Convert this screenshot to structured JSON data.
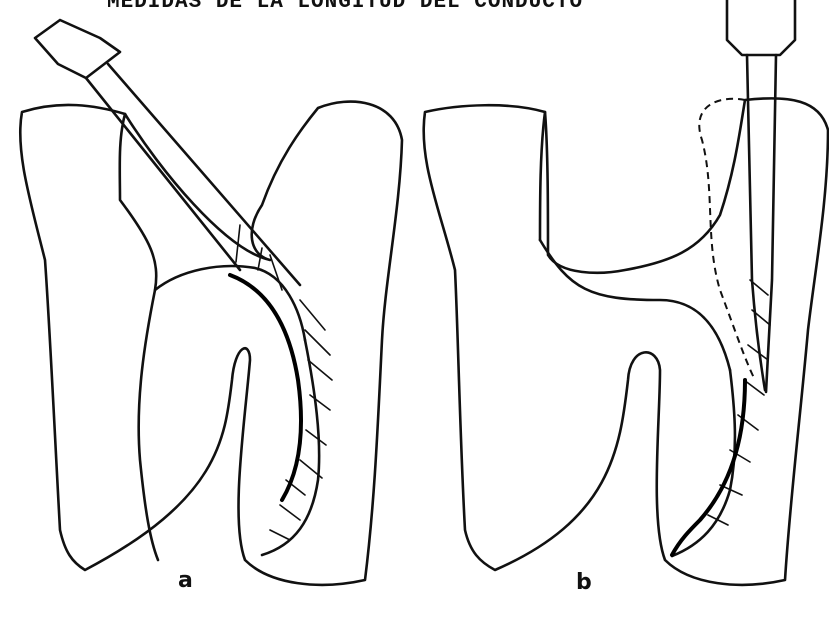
{
  "title": "MEDIDAS DE LA LONGITUD DEL CONDUCTO",
  "figures": [
    {
      "label": "a"
    },
    {
      "label": "b"
    }
  ]
}
